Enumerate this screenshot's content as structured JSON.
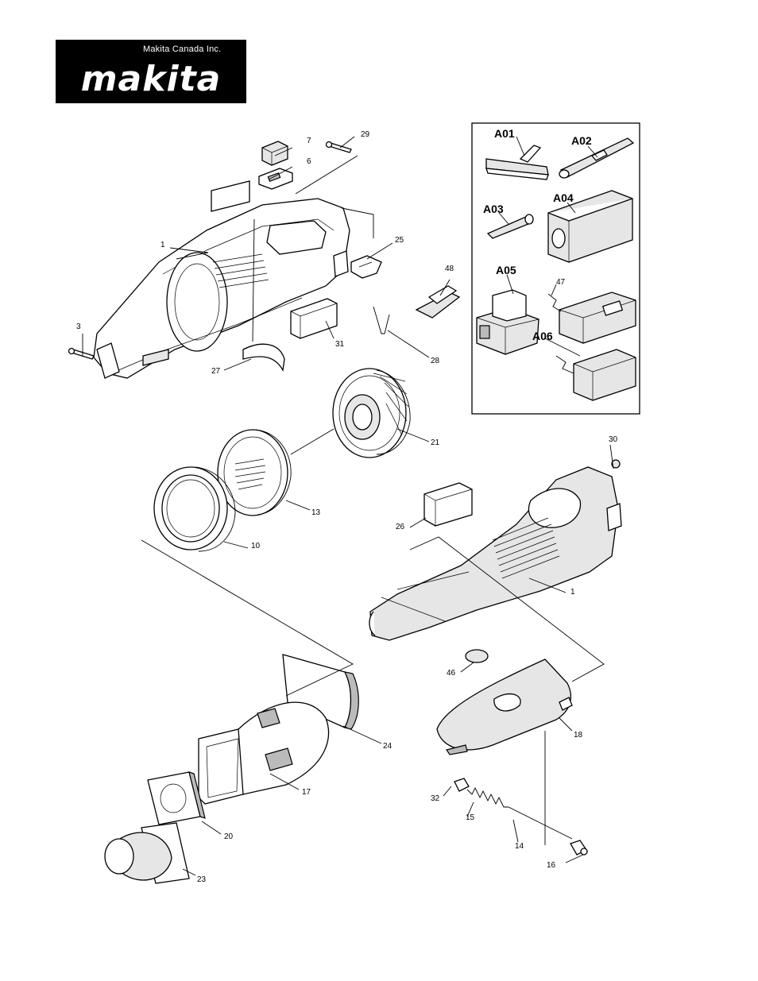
{
  "header": {
    "company_sub": "Makita Canada Inc.",
    "brand": "makita"
  },
  "callouts": {
    "p1_top": "1",
    "p3": "3",
    "p6": "6",
    "p7": "7",
    "p29": "29",
    "p25": "25",
    "p48": "48",
    "p31": "31",
    "p28": "28",
    "p27": "27",
    "p21": "21",
    "p13": "13",
    "p10": "10",
    "p30": "30",
    "p26": "26",
    "p1_bottom": "1",
    "p46": "46",
    "p18": "18",
    "p24": "24",
    "p17": "17",
    "p32": "32",
    "p15": "15",
    "p14": "14",
    "p16": "16",
    "p20": "20",
    "p23": "23",
    "p47": "47"
  },
  "accessories": {
    "a01": "A01",
    "a02": "A02",
    "a03": "A03",
    "a04": "A04",
    "a05": "A05",
    "a06": "A06"
  }
}
